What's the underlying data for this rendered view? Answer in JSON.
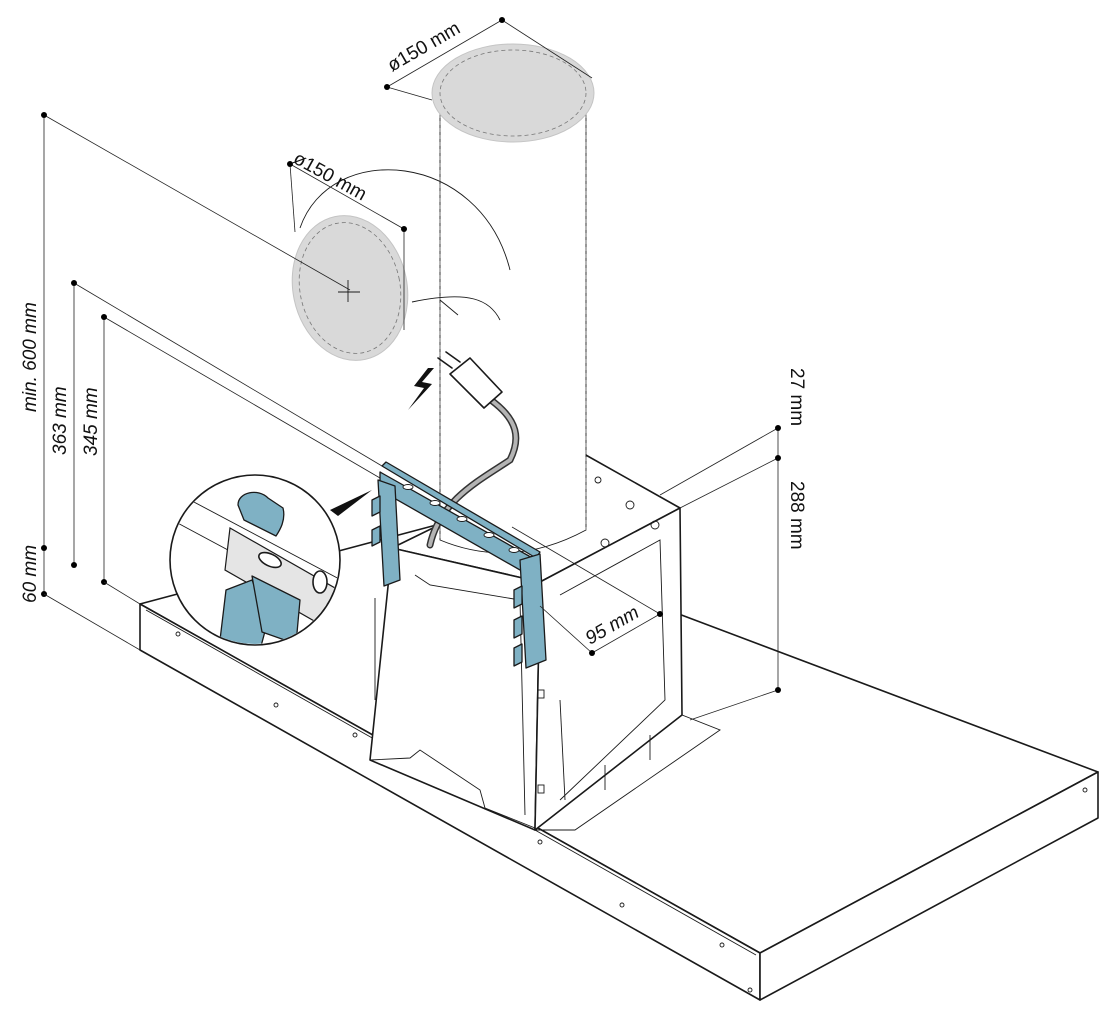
{
  "labels": {
    "duct_top_diameter": "ø150 mm",
    "duct_side_diameter": "ø150 mm",
    "min_height": "min. 600 mm",
    "height_363": "363 mm",
    "height_345": "345 mm",
    "height_60": "60 mm",
    "height_27": "27 mm",
    "height_288": "288 mm",
    "depth_95": "95 mm"
  },
  "colors": {
    "bracket": "#7fb1c4",
    "duct": "#d9d9d9",
    "line": "#1a1a1a"
  },
  "icons": {
    "power": "lightning-bolt-icon",
    "plug": "power-plug-icon",
    "detail": "magnifier-detail-callout"
  }
}
